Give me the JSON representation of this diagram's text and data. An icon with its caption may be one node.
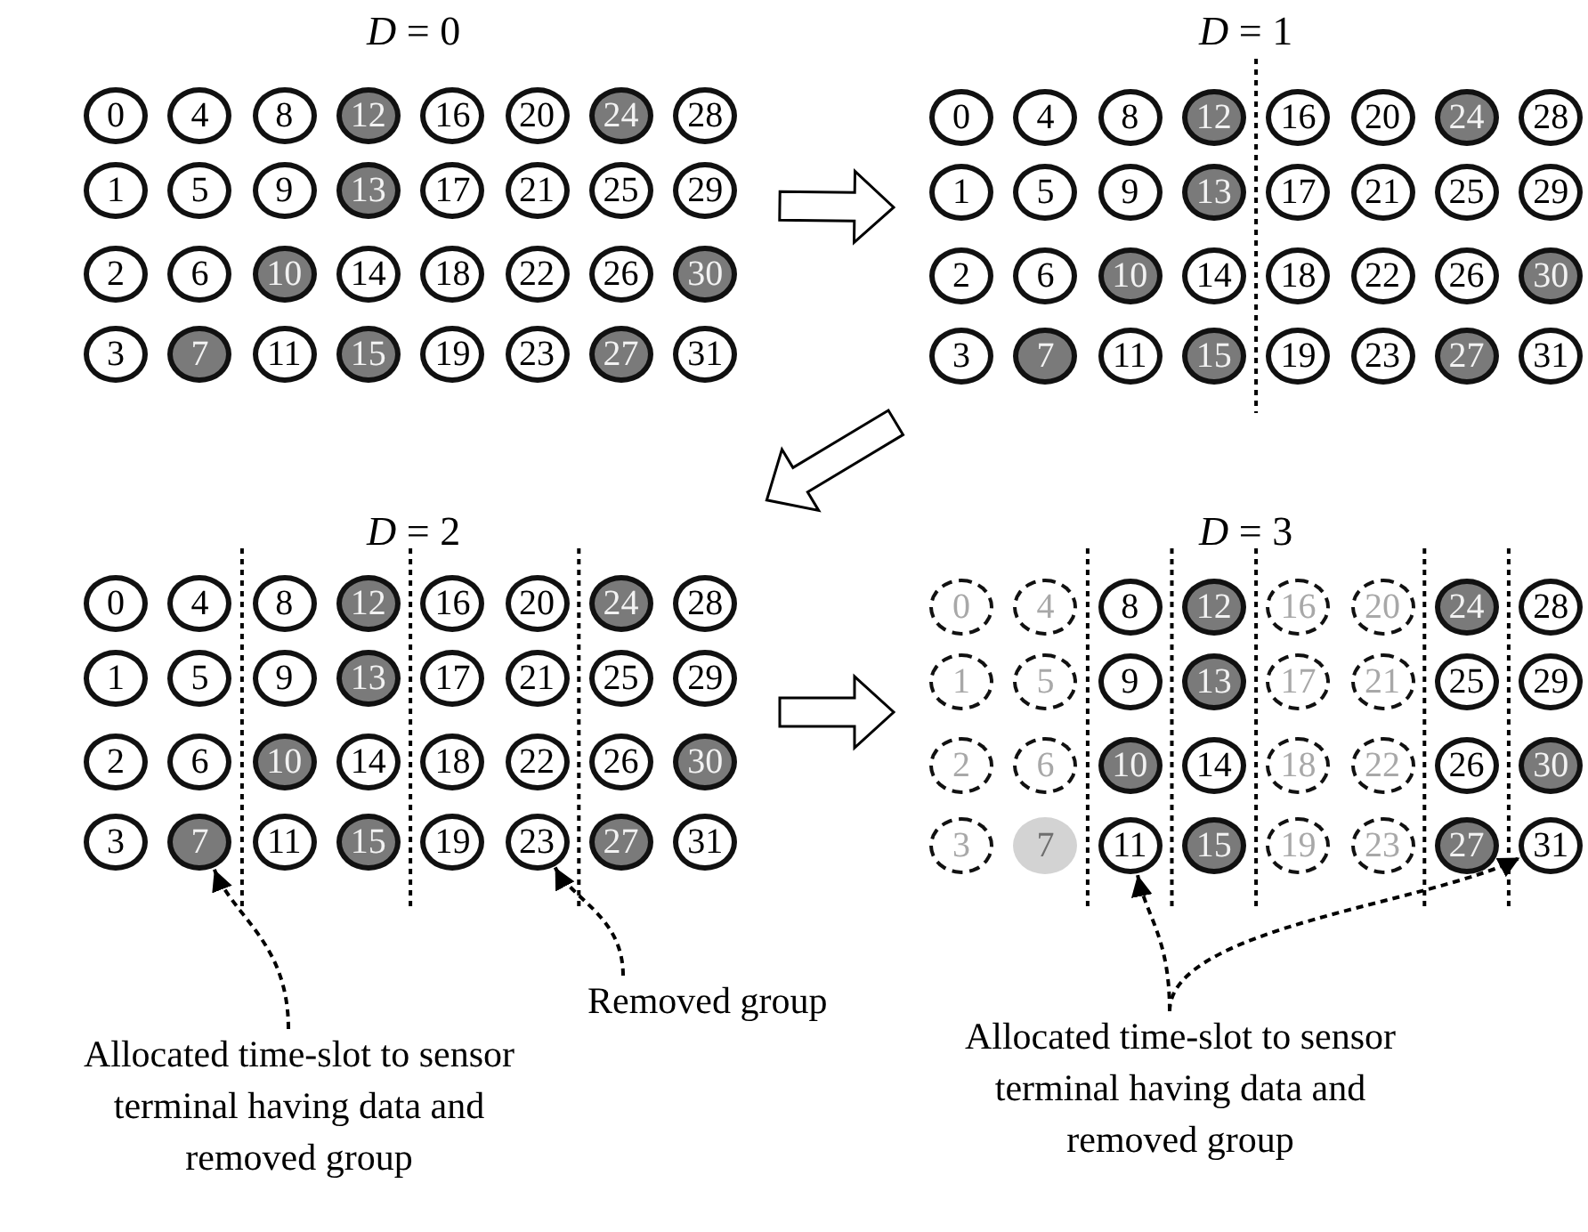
{
  "diagram": {
    "nodes": [
      {
        "text": [
          "*D* = 0"
        ]
      },
      {
        "text": [
          "0"
        ],
        "in": 0
      },
      {
        "text": [
          "4"
        ],
        "in": 0
      },
      {
        "text": [
          "8"
        ],
        "in": 0
      },
      {
        "text": [
          "12"
        ],
        "in": 0
      },
      {
        "text": [
          "16"
        ],
        "in": 0
      },
      {
        "text": [
          "20"
        ],
        "in": 0
      },
      {
        "text": [
          "24"
        ],
        "in": 0
      },
      {
        "text": [
          "28"
        ],
        "in": 0
      },
      {
        "text": [
          "1"
        ],
        "in": 0
      },
      {
        "text": [
          "5"
        ],
        "in": 0
      },
      {
        "text": [
          "9"
        ],
        "in": 0
      },
      {
        "text": [
          "13"
        ],
        "in": 0
      },
      {
        "text": [
          "17"
        ],
        "in": 0
      },
      {
        "text": [
          "21"
        ],
        "in": 0
      },
      {
        "text": [
          "25"
        ],
        "in": 0
      },
      {
        "text": [
          "29"
        ],
        "in": 0
      },
      {
        "text": [
          "2"
        ],
        "in": 0
      },
      {
        "text": [
          "6"
        ],
        "in": 0
      },
      {
        "text": [
          "10"
        ],
        "in": 0
      },
      {
        "text": [
          "14"
        ],
        "in": 0
      },
      {
        "text": [
          "18"
        ],
        "in": 0
      },
      {
        "text": [
          "22"
        ],
        "in": 0
      },
      {
        "text": [
          "26"
        ],
        "in": 0
      },
      {
        "text": [
          "30"
        ],
        "in": 0
      },
      {
        "text": [
          "3"
        ],
        "in": 0
      },
      {
        "text": [
          "7"
        ],
        "in": 0
      },
      {
        "text": [
          "11"
        ],
        "in": 0
      },
      {
        "text": [
          "15"
        ],
        "in": 0
      },
      {
        "text": [
          "19"
        ],
        "in": 0
      },
      {
        "text": [
          "23"
        ],
        "in": 0
      },
      {
        "text": [
          "27"
        ],
        "in": 0
      },
      {
        "text": [
          "31"
        ],
        "in": 0
      },
      {
        "text": [
          "*D* = 1"
        ]
      },
      {
        "text": [
          "0"
        ],
        "in": 33
      },
      {
        "text": [
          "4"
        ],
        "in": 33
      },
      {
        "text": [
          "8"
        ],
        "in": 33
      },
      {
        "text": [
          "12"
        ],
        "in": 33
      },
      {
        "text": [
          "16"
        ],
        "in": 33
      },
      {
        "text": [
          "20"
        ],
        "in": 33
      },
      {
        "text": [
          "24"
        ],
        "in": 33
      },
      {
        "text": [
          "28"
        ],
        "in": 33
      },
      {
        "text": [
          "1"
        ],
        "in": 33
      },
      {
        "text": [
          "5"
        ],
        "in": 33
      },
      {
        "text": [
          "9"
        ],
        "in": 33
      },
      {
        "text": [
          "13"
        ],
        "in": 33
      },
      {
        "text": [
          "17"
        ],
        "in": 33
      },
      {
        "text": [
          "21"
        ],
        "in": 33
      },
      {
        "text": [
          "25"
        ],
        "in": 33
      },
      {
        "text": [
          "29"
        ],
        "in": 33
      },
      {
        "text": [
          "2"
        ],
        "in": 33
      },
      {
        "text": [
          "6"
        ],
        "in": 33
      },
      {
        "text": [
          "10"
        ],
        "in": 33
      },
      {
        "text": [
          "14"
        ],
        "in": 33
      },
      {
        "text": [
          "18"
        ],
        "in": 33
      },
      {
        "text": [
          "22"
        ],
        "in": 33
      },
      {
        "text": [
          "26"
        ],
        "in": 33
      },
      {
        "text": [
          "30"
        ],
        "in": 33
      },
      {
        "text": [
          "3"
        ],
        "in": 33
      },
      {
        "text": [
          "7"
        ],
        "in": 33
      },
      {
        "text": [
          "11"
        ],
        "in": 33
      },
      {
        "text": [
          "15"
        ],
        "in": 33
      },
      {
        "text": [
          "19"
        ],
        "in": 33
      },
      {
        "text": [
          "23"
        ],
        "in": 33
      },
      {
        "text": [
          "27"
        ],
        "in": 33
      },
      {
        "text": [
          "31"
        ],
        "in": 33
      },
      {
        "text": [
          "*D* = 2"
        ]
      },
      {
        "text": [
          "0"
        ],
        "in": 66
      },
      {
        "text": [
          "4"
        ],
        "in": 66
      },
      {
        "text": [
          "8"
        ],
        "in": 66
      },
      {
        "text": [
          "12"
        ],
        "in": 66
      },
      {
        "text": [
          "16"
        ],
        "in": 66
      },
      {
        "text": [
          "20"
        ],
        "in": 66
      },
      {
        "text": [
          "24"
        ],
        "in": 66
      },
      {
        "text": [
          "28"
        ],
        "in": 66
      },
      {
        "text": [
          "1"
        ],
        "in": 66
      },
      {
        "text": [
          "5"
        ],
        "in": 66
      },
      {
        "text": [
          "9"
        ],
        "in": 66
      },
      {
        "text": [
          "13"
        ],
        "in": 66
      },
      {
        "text": [
          "17"
        ],
        "in": 66
      },
      {
        "text": [
          "21"
        ],
        "in": 66
      },
      {
        "text": [
          "25"
        ],
        "in": 66
      },
      {
        "text": [
          "29"
        ],
        "in": 66
      },
      {
        "text": [
          "2"
        ],
        "in": 66
      },
      {
        "text": [
          "6"
        ],
        "in": 66
      },
      {
        "text": [
          "10"
        ],
        "in": 66
      },
      {
        "text": [
          "14"
        ],
        "in": 66
      },
      {
        "text": [
          "18"
        ],
        "in": 66
      },
      {
        "text": [
          "22"
        ],
        "in": 66
      },
      {
        "text": [
          "26"
        ],
        "in": 66
      },
      {
        "text": [
          "30"
        ],
        "in": 66
      },
      {
        "text": [
          "3"
        ],
        "in": 66
      },
      {
        "text": [
          "7"
        ],
        "in": 66
      },
      {
        "text": [
          "11"
        ],
        "in": 66
      },
      {
        "text": [
          "15"
        ],
        "in": 66
      },
      {
        "text": [
          "19"
        ],
        "in": 66
      },
      {
        "text": [
          "23"
        ],
        "in": 66
      },
      {
        "text": [
          "27"
        ],
        "in": 66
      },
      {
        "text": [
          "31"
        ],
        "in": 66
      },
      {
        "text": [
          "*D* = 3"
        ]
      },
      {
        "text": [
          "0"
        ],
        "in": 99
      },
      {
        "text": [
          "4"
        ],
        "in": 99
      },
      {
        "text": [
          "8"
        ],
        "in": 99
      },
      {
        "text": [
          "12"
        ],
        "in": 99
      },
      {
        "text": [
          "16"
        ],
        "in": 99
      },
      {
        "text": [
          "20"
        ],
        "in": 99
      },
      {
        "text": [
          "24"
        ],
        "in": 99
      },
      {
        "text": [
          "28"
        ],
        "in": 99
      },
      {
        "text": [
          "1"
        ],
        "in": 99
      },
      {
        "text": [
          "5"
        ],
        "in": 99
      },
      {
        "text": [
          "9"
        ],
        "in": 99
      },
      {
        "text": [
          "13"
        ],
        "in": 99
      },
      {
        "text": [
          "17"
        ],
        "in": 99
      },
      {
        "text": [
          "21"
        ],
        "in": 99
      },
      {
        "text": [
          "25"
        ],
        "in": 99
      },
      {
        "text": [
          "29"
        ],
        "in": 99
      },
      {
        "text": [
          "2"
        ],
        "in": 99
      },
      {
        "text": [
          "6"
        ],
        "in": 99
      },
      {
        "text": [
          "10"
        ],
        "in": 99
      },
      {
        "text": [
          "14"
        ],
        "in": 99
      },
      {
        "text": [
          "18"
        ],
        "in": 99
      },
      {
        "text": [
          "22"
        ],
        "in": 99
      },
      {
        "text": [
          "26"
        ],
        "in": 99
      },
      {
        "text": [
          "30"
        ],
        "in": 99
      },
      {
        "text": [
          "3"
        ],
        "in": 99
      },
      {
        "text": [
          "7"
        ],
        "in": 99
      },
      {
        "text": [
          "11"
        ],
        "in": 99
      },
      {
        "text": [
          "15"
        ],
        "in": 99
      },
      {
        "text": [
          "19"
        ],
        "in": 99
      },
      {
        "text": [
          "23"
        ],
        "in": 99
      },
      {
        "text": [
          "27"
        ],
        "in": 99
      },
      {
        "text": [
          "31"
        ],
        "in": 99
      },
      {
        "text": [
          "Allocated time-slot to sensor terminal having data and removed group"
        ]
      },
      {
        "text": [
          "Removed group"
        ]
      },
      {
        "text": [
          "Allocated time-slot to sensor terminal having data and removed group"
        ]
      }
    ],
    "edges": [
      {
        "from": 0,
        "to": 33,
        "arrow": "to"
      },
      {
        "from": 33,
        "to": 66,
        "arrow": "to"
      },
      {
        "from": 66,
        "to": 99,
        "arrow": "to"
      },
      {
        "from": 132,
        "to": 92,
        "arrow": "to",
        "style": "dashed"
      },
      {
        "from": 133,
        "to": 96,
        "arrow": "to",
        "style": "dashed"
      },
      {
        "from": 134,
        "to": 126,
        "arrow": "to",
        "style": "dashed"
      },
      {
        "from": 134,
        "to": 131,
        "arrow": "to",
        "style": "dashed"
      }
    ]
  }
}
